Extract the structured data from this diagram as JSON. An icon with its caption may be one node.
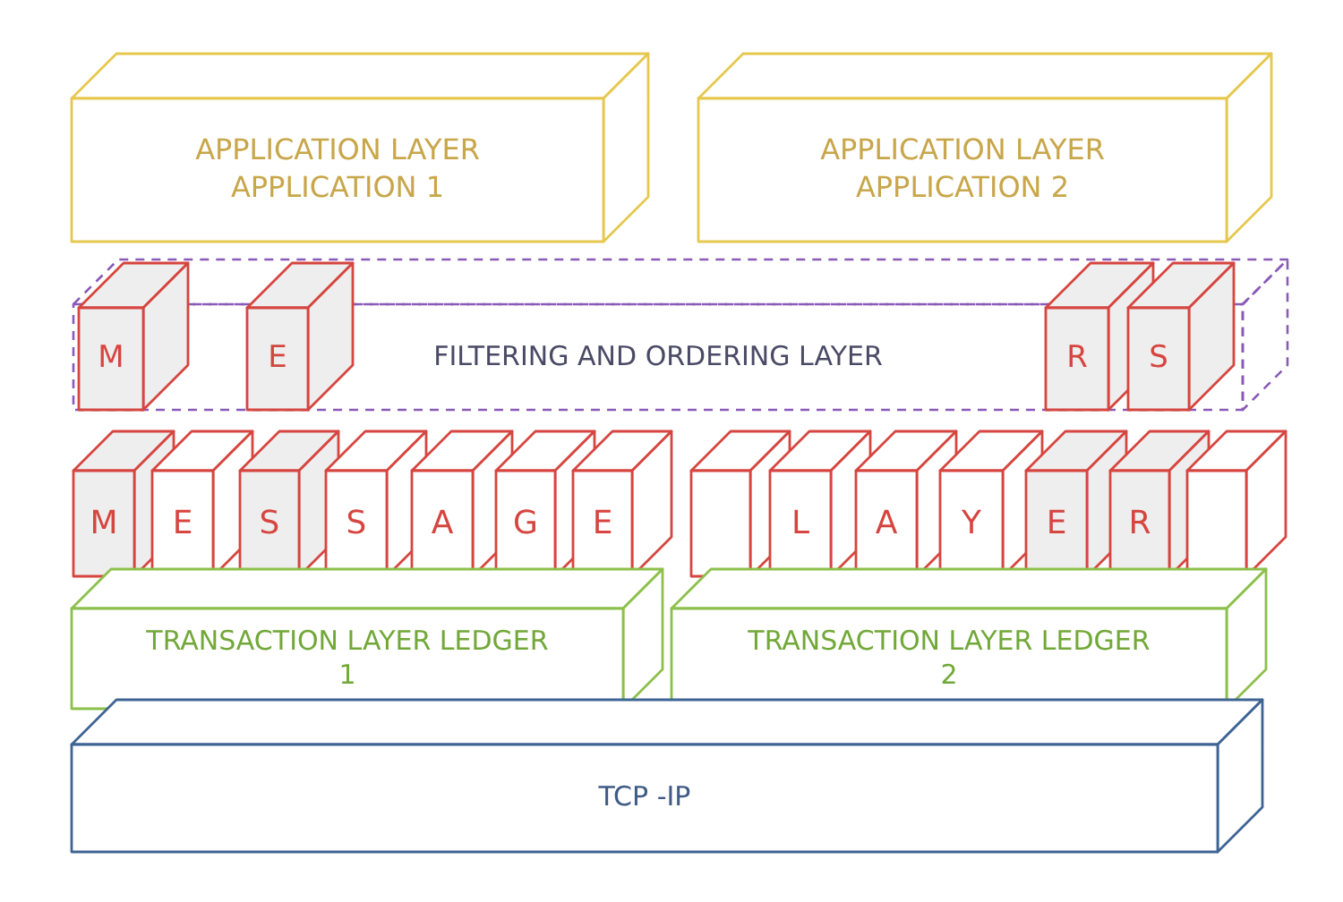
{
  "diagram": {
    "nodes": [
      {
        "text": [
          "APPLICATION LAYER APPLICATION 1"
        ]
      },
      {
        "text": [
          "APPLICATION LAYER APPLICATION 2"
        ]
      },
      {
        "text": [
          "FILTERING AND ORDERING LAYER"
        ]
      },
      {
        "text": [
          "M"
        ]
      },
      {
        "text": [
          "E"
        ]
      },
      {
        "text": [
          "R"
        ]
      },
      {
        "text": [
          "S"
        ]
      },
      {
        "text": [
          "M"
        ]
      },
      {
        "text": [
          "E"
        ]
      },
      {
        "text": [
          "S"
        ]
      },
      {
        "text": [
          "S"
        ]
      },
      {
        "text": [
          "A"
        ]
      },
      {
        "text": [
          "G"
        ]
      },
      {
        "text": [
          "E"
        ]
      },
      {
        "text": [],
        "shape": "box"
      },
      {
        "text": [
          "L"
        ]
      },
      {
        "text": [
          "A"
        ]
      },
      {
        "text": [
          "Y"
        ]
      },
      {
        "text": [
          "E"
        ]
      },
      {
        "text": [
          "R"
        ]
      },
      {
        "text": [],
        "shape": "box"
      },
      {
        "text": [
          "TRANSACTION LAYER LEDGER 1"
        ]
      },
      {
        "text": [
          "TRANSACTION LAYER LEDGER 2"
        ]
      },
      {
        "text": [
          "TCP -IP"
        ]
      }
    ],
    "edges": []
  }
}
